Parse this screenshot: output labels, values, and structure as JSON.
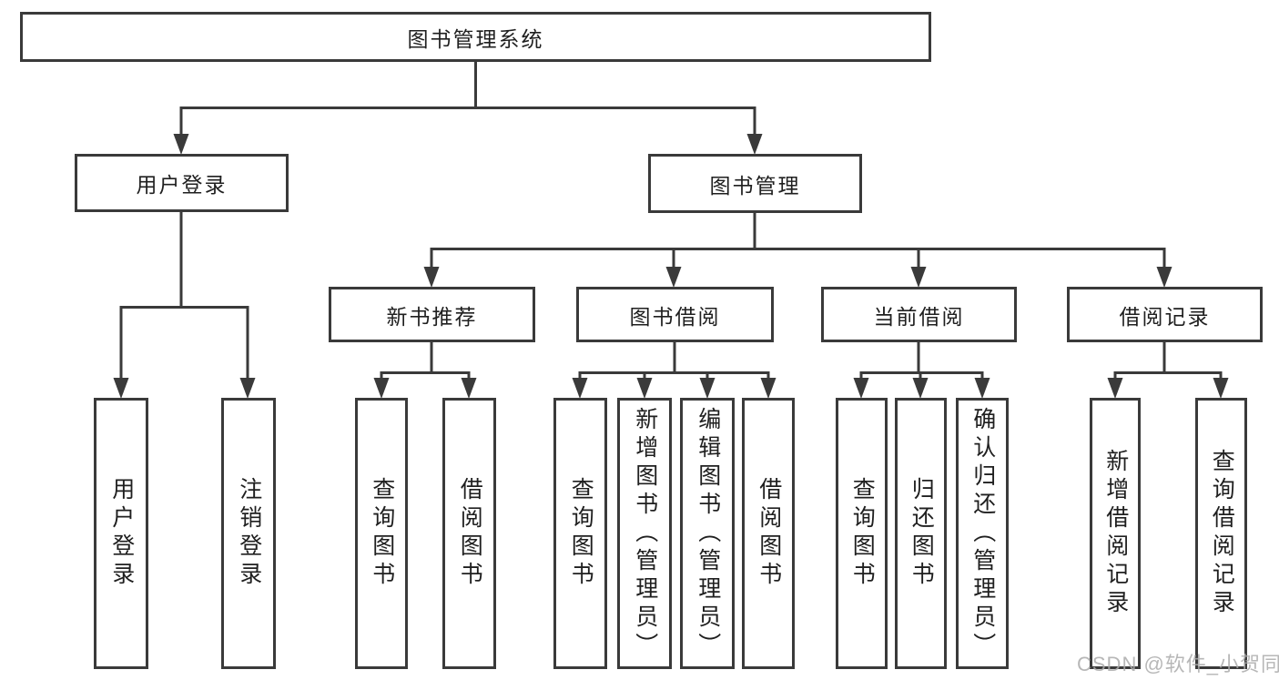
{
  "tree": {
    "root": "图书管理系统",
    "children": [
      {
        "label": "用户登录",
        "children": [
          {
            "label": "用户登录"
          },
          {
            "label": "注销登录"
          }
        ]
      },
      {
        "label": "图书管理",
        "children": [
          {
            "label": "新书推荐",
            "children": [
              {
                "label": "查询图书"
              },
              {
                "label": "借阅图书"
              }
            ]
          },
          {
            "label": "图书借阅",
            "children": [
              {
                "label": "查询图书"
              },
              {
                "label": "新增图书（管理员）"
              },
              {
                "label": "编辑图书（管理员）"
              },
              {
                "label": "借阅图书"
              }
            ]
          },
          {
            "label": "当前借阅",
            "children": [
              {
                "label": "查询图书"
              },
              {
                "label": "归还图书"
              },
              {
                "label": "确认归还（管理员）"
              }
            ]
          },
          {
            "label": "借阅记录",
            "children": [
              {
                "label": "新增借阅记录"
              },
              {
                "label": "查询借阅记录"
              }
            ]
          }
        ]
      }
    ]
  },
  "watermark": "CSDN @软件_小贺同学",
  "colors": {
    "line": "#3a3a3a",
    "text": "#1f1f1f",
    "watermark": "#aaaaaa",
    "background": "#ffffff"
  }
}
